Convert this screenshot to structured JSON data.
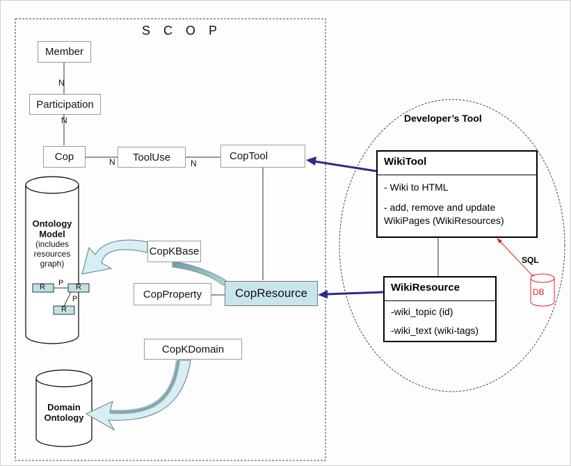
{
  "scop": {
    "title": "S C O P",
    "entities": {
      "member": "Member",
      "participation": "Participation",
      "cop": "Cop",
      "tooluse": "ToolUse",
      "coptool": "CopTool",
      "copkbase": "CopKBase",
      "copproperty": "CopProperty",
      "copresource": "CopResource",
      "copkdomain": "CopKDomain"
    },
    "multiplicity": {
      "member_participation": "N",
      "participation_cop": "N",
      "cop_tooluse": "N",
      "tooluse_coptool": "N"
    }
  },
  "ontology_model": {
    "title_line1": "Ontology",
    "title_line2": "Model",
    "note_line1": "(includes",
    "note_line2": "resources",
    "note_line3": "graph)",
    "node_label": "R",
    "edge_label": "P"
  },
  "domain_ontology": {
    "title_line1": "Domain",
    "title_line2": "Ontology"
  },
  "developer_tool": {
    "title": "Developer’s Tool",
    "wikitool": {
      "name": "WikiTool",
      "line1": "- Wiki to HTML",
      "line2": "- add, remove and update",
      "line3": "WikiPages (WikiResources)"
    },
    "wikiresource": {
      "name": "WikiResource",
      "attr1": "-wiki_topic (id)",
      "attr2": "-wiki_text (wiki-tags)"
    },
    "sql_label": "SQL",
    "db_label": "DB"
  },
  "colors": {
    "arrow_blue": "#2a2a8c",
    "sql_red": "#e02020",
    "highlight": "#c7e6ec",
    "curve_fill": "#7fa9b1"
  }
}
